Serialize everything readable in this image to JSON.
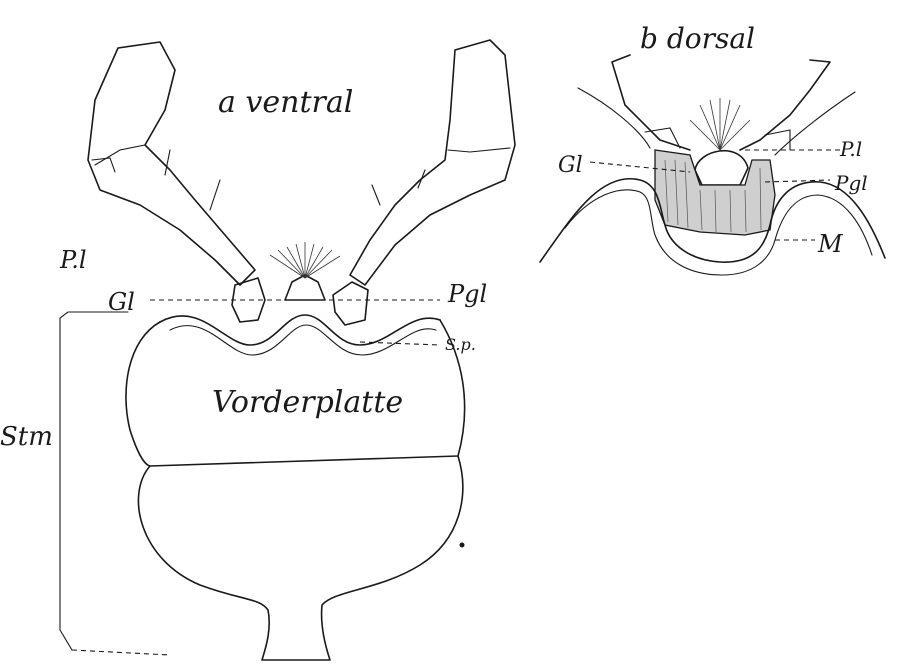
{
  "figure_a": {
    "title": "a ventral",
    "labels": {
      "pl": "P.l",
      "gl": "Gl",
      "pgl": "Pgl",
      "sp": "S.p.",
      "stm": "Stm",
      "vorderplatte": "Vorderplatte"
    }
  },
  "figure_b": {
    "title": "b dorsal",
    "labels": {
      "gl": "Gl",
      "pl": "P.l",
      "pgl": "Pgl",
      "m": "M"
    }
  }
}
